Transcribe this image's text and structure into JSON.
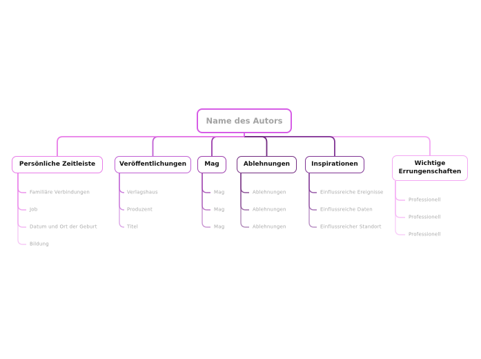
{
  "colors": {
    "background": "#ffffff",
    "root_border": "#d65ce6",
    "root_text": "#a3a3a3",
    "branch_text": "#111111",
    "child_text": "#a9a9a9"
  },
  "mindmap": {
    "root": {
      "label": "Name des Autors"
    },
    "branches": [
      {
        "label": "Persönliche Zeitleiste",
        "color": "#e87ae8",
        "children": [
          "Familiäre Verbindungen",
          "Job",
          "Datum und Ort der Geburt",
          "Bildung"
        ]
      },
      {
        "label": "Veröffentlichungen",
        "color": "#bf5dd3",
        "children": [
          "Verlagshaus",
          "Produzent",
          "Titel"
        ]
      },
      {
        "label": "Mag",
        "color": "#9b3bab",
        "children": [
          "Mag",
          "Mag",
          "Mag"
        ]
      },
      {
        "label": "Ablehnungen",
        "color": "#71297f",
        "children": [
          "Ablehnungen",
          "Ablehnungen",
          "Ablehnungen"
        ]
      },
      {
        "label": "Inspirationen",
        "color": "#7e3192",
        "children": [
          "Einflussreiche Ereignisse",
          "Einflussreiche Daten",
          "Einflussreicher Standort"
        ]
      },
      {
        "label": "Wichtige Errungenschaften",
        "color": "#f3a6f3",
        "children": [
          "Professionell",
          "Professionell",
          "Professionell"
        ]
      }
    ]
  }
}
